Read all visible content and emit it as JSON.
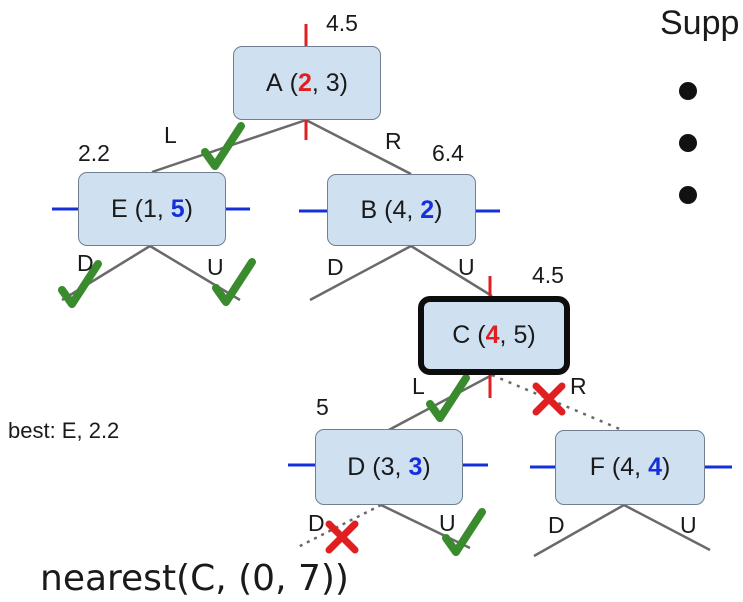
{
  "slide_title": "Supp",
  "best_label": "best: E, 2.2",
  "query_label": "nearest(C, (0, 7))",
  "colors": {
    "node_fill": "#cfe0f1",
    "split_x": "#e02020",
    "split_y": "#1530d8",
    "check": "#3a8a2e",
    "cross": "#e02020",
    "edge": "#6a6a6a"
  },
  "nodes": {
    "A": {
      "name": "A",
      "x": "2",
      "y": "3",
      "dist": "4.5",
      "split": "x"
    },
    "E": {
      "name": "E",
      "x": "1",
      "y": "5",
      "dist": "2.2",
      "split": "y"
    },
    "B": {
      "name": "B",
      "x": "4",
      "y": "2",
      "dist": "6.4",
      "split": "y"
    },
    "C": {
      "name": "C",
      "x": "4",
      "y": "5",
      "dist": "4.5",
      "split": "x",
      "current": true
    },
    "D": {
      "name": "D",
      "x": "3",
      "y": "3",
      "dist": "5",
      "split": "y"
    },
    "F": {
      "name": "F",
      "x": "4",
      "y": "4",
      "dist": "",
      "split": "y"
    }
  },
  "edge_labels": {
    "A_left": "L",
    "A_right": "R",
    "E_down": "D",
    "E_up": "U",
    "B_down": "D",
    "B_up": "U",
    "C_left": "L",
    "C_right": "R",
    "D_down": "D",
    "D_up": "U",
    "F_down": "D",
    "F_up": "U"
  },
  "marks": [
    {
      "edge": "A_left",
      "kind": "check-icon"
    },
    {
      "edge": "E_down",
      "kind": "check-icon"
    },
    {
      "edge": "E_up",
      "kind": "check-icon"
    },
    {
      "edge": "C_left",
      "kind": "check-icon"
    },
    {
      "edge": "C_right",
      "kind": "cross-icon"
    },
    {
      "edge": "D_down",
      "kind": "cross-icon"
    },
    {
      "edge": "D_up",
      "kind": "check-icon"
    }
  ]
}
